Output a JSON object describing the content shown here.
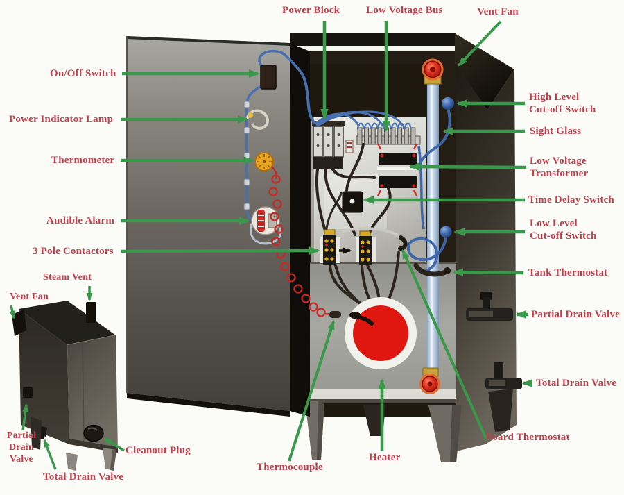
{
  "diagram": {
    "labels": {
      "power_block": "Power Block",
      "low_voltage_bus": "Low Voltage Bus",
      "vent_fan_top": "Vent Fan",
      "on_off_switch": "On/Off Switch",
      "power_indicator_lamp": "Power Indicator Lamp",
      "thermometer": "Thermometer",
      "audible_alarm": "Audible Alarm",
      "three_pole_contactors": "3 Pole Contactors",
      "high_level_cutoff": "High Level\nCut-off Switch",
      "sight_glass": "Sight Glass",
      "low_voltage_transformer": "Low Voltage\nTransformer",
      "time_delay_switch": "Time Delay Switch",
      "low_level_cutoff": "Low Level\nCut-off Switch",
      "tank_thermostat": "Tank Thermostat",
      "partial_drain_valve_right": "Partial Drain Valve",
      "total_drain_valve_right": "Total Drain Valve",
      "board_thermostat": "Board Thermostat",
      "heater": "Heater",
      "thermocouple": "Thermocouple",
      "steam_vent": "Steam Vent",
      "vent_fan_small": "Vent Fan",
      "partial_drain_valve_small": "Partial\nDrain\nValve",
      "total_drain_valve_small": "Total Drain Valve",
      "cleanout_plug": "Cleanout Plug"
    },
    "colors": {
      "label_text": "#c2404e",
      "arrow_green": "#3a984a",
      "heater_red": "#df1710",
      "sight_glass_blue": "#b9cbdf",
      "safety_valve_red": "#e03522",
      "wire_blue": "#4a6fae",
      "dark_wire": "#2b251d",
      "coil_wire_red": "#c62a24",
      "thermometer_yellow": "#e8a41e",
      "contactor_yellow": "#d8a820",
      "cabinet_dark": "#1d1711",
      "background": "#fbfbf7"
    }
  }
}
